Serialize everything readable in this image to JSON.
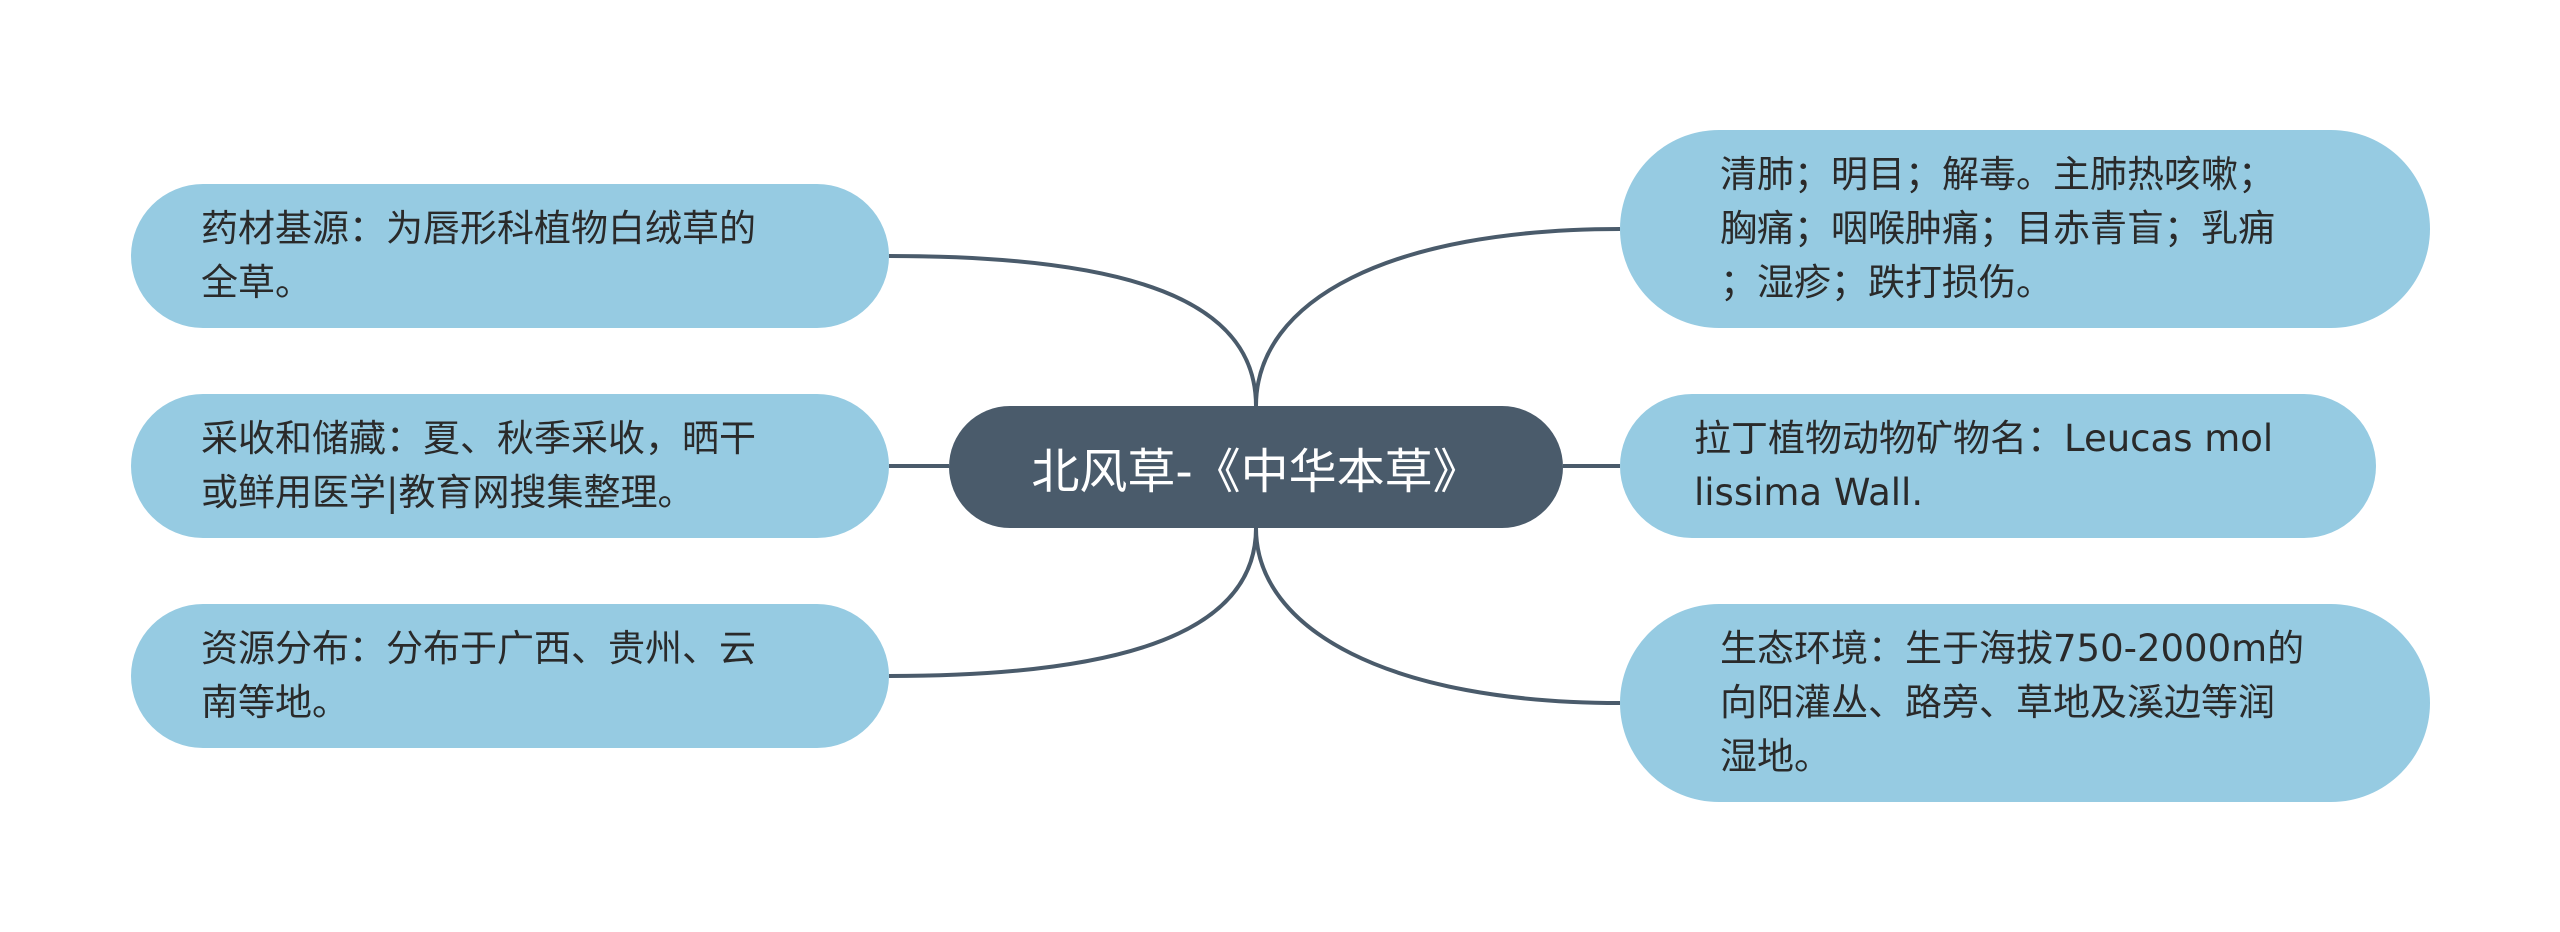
{
  "diagram": {
    "type": "mind-map",
    "center": {
      "label": "北风草-《中华本草》"
    },
    "branches_left": [
      {
        "label": "药材基源：为唇形科植物白绒草的\n全草。"
      },
      {
        "label": "采收和储藏：夏、秋季采收，晒干\n或鲜用医学|教育网搜集整理。"
      },
      {
        "label": "资源分布：分布于广西、贵州、云\n南等地。"
      }
    ],
    "branches_right": [
      {
        "label": "清肺；明目；解毒。主肺热咳嗽；\n胸痛；咽喉肿痛；目赤青盲；乳痈\n；湿疹；跌打损伤。"
      },
      {
        "label": "拉丁植物动物矿物名：Leucas mol\nlissima Wall."
      },
      {
        "label": "生态环境：生于海拔750-2000m的\n向阳灌丛、路旁、草地及溪边等润\n湿地。"
      }
    ],
    "colors": {
      "center_fill": "#4a5b6b",
      "center_text": "#ffffff",
      "leaf_fill": "#96cbe2",
      "leaf_text": "#2a2a2a",
      "connector": "#4a5b6b",
      "background": "#ffffff"
    }
  }
}
